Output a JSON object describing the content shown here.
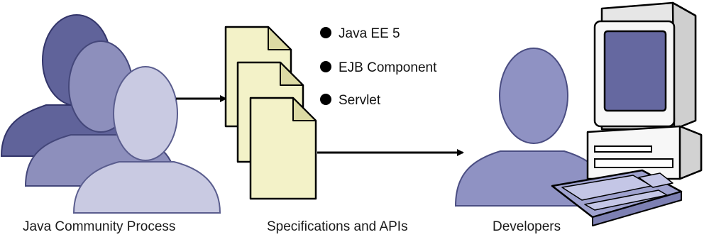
{
  "bullets": [
    "Java EE 5",
    "EJB Component",
    "Servlet"
  ],
  "captions": {
    "jcp": "Java Community Process",
    "specs": "Specifications and APIs",
    "developers": "Developers"
  },
  "colors": {
    "person_dark": "#60639a",
    "person_mid": "#8d8fbc",
    "person_light": "#c9cae2",
    "developer": "#8f92c3",
    "document_fill": "#f3f2c8",
    "computer_body": "#f7f7f7",
    "screen": "#6568a0",
    "keyboard": "#9fa2cf"
  },
  "icons": [
    "person-icon",
    "document-icon",
    "arrow-icon",
    "computer-icon",
    "keyboard-icon"
  ]
}
